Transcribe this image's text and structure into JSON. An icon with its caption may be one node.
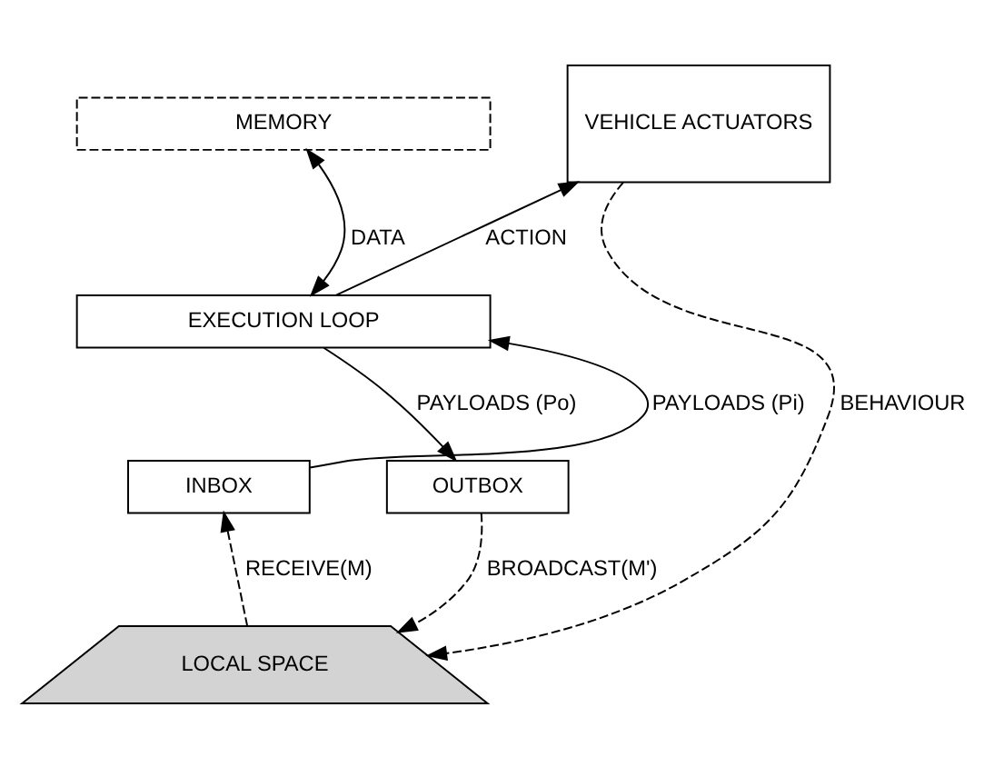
{
  "diagram": {
    "nodes": [
      {
        "text": [
          "MEMORY"
        ]
      },
      {
        "text": [
          "VEHICLE ACTUATORS"
        ]
      },
      {
        "text": [
          "EXECUTION LOOP"
        ]
      },
      {
        "text": [
          "INBOX"
        ]
      },
      {
        "text": [
          "OUTBOX"
        ]
      },
      {
        "text": [
          "LOCAL SPACE"
        ]
      }
    ],
    "edges": [
      {
        "from": 0,
        "to": 2,
        "arrow": "both",
        "label": "DATA"
      },
      {
        "from": 2,
        "to": 1,
        "arrow": "to",
        "label": "ACTION"
      },
      {
        "from": 3,
        "to": 2,
        "arrow": "to",
        "label": "PAYLOADS (Pi)"
      },
      {
        "from": 2,
        "to": 4,
        "arrow": "to",
        "label": "PAYLOADS (Po)"
      },
      {
        "from": 5,
        "to": 3,
        "arrow": "to",
        "label": "RECEIVE(M)",
        "style": "dashed"
      },
      {
        "from": 4,
        "to": 5,
        "arrow": "to",
        "label": "BROADCAST(M')",
        "style": "dashed"
      },
      {
        "from": 1,
        "to": 5,
        "arrow": "to",
        "label": "BEHAVIOUR",
        "style": "dashed"
      }
    ]
  }
}
